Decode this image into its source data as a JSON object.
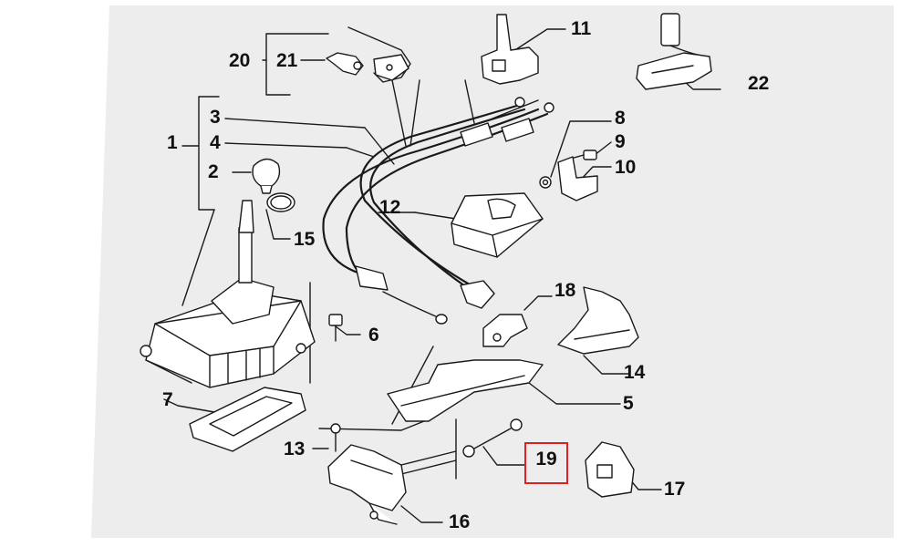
{
  "diagram": {
    "panel_color": "#ededed",
    "line_color": "#1a1a1a",
    "highlight_color": "#e02020",
    "selected_part": "19",
    "callouts": [
      "1",
      "2",
      "3",
      "4",
      "5",
      "6",
      "7",
      "8",
      "9",
      "10",
      "11",
      "12",
      "13",
      "14",
      "15",
      "16",
      "17",
      "18",
      "19",
      "20",
      "21",
      "22"
    ]
  }
}
